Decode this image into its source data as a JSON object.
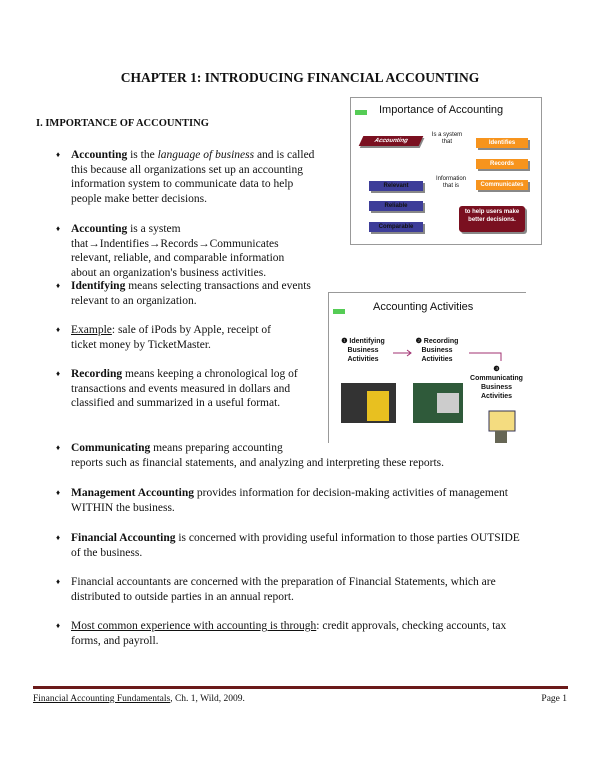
{
  "title": "CHAPTER 1:  INTRODUCING FINANCIAL ACCOUNTING",
  "section": "I.  IMPORTANCE OF ACCOUNTING",
  "bullets": [
    {
      "bold": "Accounting",
      "pre": " is the ",
      "italic": "language of business",
      "rest": " and is called this because all organizations set up an accounting information system to communicate data to help people make better decisions."
    },
    {
      "bold": "Accounting",
      "rest": " is a  system that→Indentifies→Records→Communicates relevant, reliable, and comparable information about an organization's business activities."
    },
    {
      "bold": "Identifying",
      "rest": " means selecting transactions and events relevant to an organization."
    },
    {
      "underline": "Example",
      "rest": ":  sale of iPods by Apple, receipt of ticket money by TicketMaster."
    },
    {
      "bold": "Recording",
      "rest": " means keeping a chronological log of transactions and events measured in dollars and classified and summarized in a useful format."
    },
    {
      "bold": "Communicating",
      "rest": " means preparing accounting reports such as financial statements, and analyzing and interpreting these reports."
    },
    {
      "bold": "Management Accounting",
      "rest": " provides information for decision-making activities of management WITHIN the business."
    },
    {
      "bold": "Financial Accounting",
      "rest": " is concerned with providing useful information to those parties OUTSIDE of the business."
    },
    {
      "rest": "Financial accountants are concerned with the preparation of Financial Statements, which are distributed to outside parties in an annual report."
    },
    {
      "underline": "Most common experience with accounting is through",
      "rest": ":  credit approvals, checking accounts, tax forms, and payroll."
    }
  ],
  "fig1": {
    "title": "Importance of Accounting",
    "accounting": "Accounting",
    "is_a": "Is a system that",
    "identifies": "Identifies",
    "records": "Records",
    "communicates": "Communicates",
    "info": "Information that is",
    "relevant": "Relevant",
    "reliable": "Reliable",
    "comparable": "Comparable",
    "goal": "to help users make better decisions."
  },
  "fig2": {
    "title": "Accounting Activities",
    "step1": "❶ Identifying Business Activities",
    "step2": "❷ Recording Business Activities",
    "step3": "❸ Communicating Business Activities"
  },
  "footer": {
    "book": "Financial Accounting Fundamentals",
    "rest": ", Ch. 1, Wild, 2009.",
    "page": "Page 1"
  },
  "colors": {
    "orange": "#f7941d",
    "maroon": "#7a1020",
    "navy": "#3d3d99",
    "footer_rule": "#6b1a1a"
  }
}
